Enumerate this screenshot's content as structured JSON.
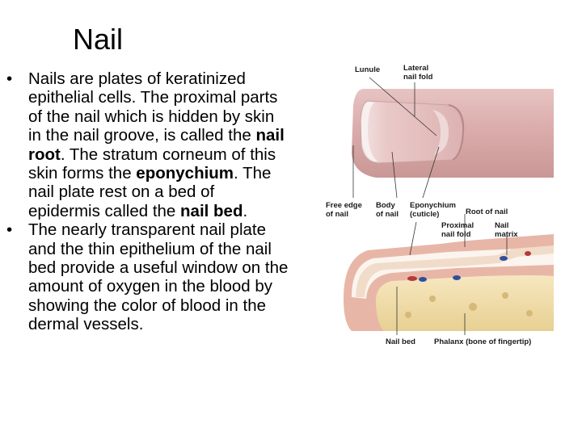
{
  "title": "Nail",
  "bullets": [
    {
      "segments": [
        {
          "text": "Nails are plates of keratinized epithelial cells. The proximal parts of the nail which is hidden by skin in the nail groove, is called the ",
          "bold": false
        },
        {
          "text": "nail root",
          "bold": true
        },
        {
          "text": ". The stratum corneum of this skin forms the ",
          "bold": false
        },
        {
          "text": "eponychium",
          "bold": true
        },
        {
          "text": ". The nail plate rest on a bed of epidermis called the ",
          "bold": false
        },
        {
          "text": "nail bed",
          "bold": true
        },
        {
          "text": ".",
          "bold": false
        }
      ]
    },
    {
      "segments": [
        {
          "text": "The nearly transparent nail plate and the thin epithelium of the nail bed provide a useful window on the amount of oxygen in the blood by showing the color of blood in the dermal vessels.",
          "bold": false
        }
      ]
    }
  ],
  "figure": {
    "labels": {
      "lunule": "Lunule",
      "lateral_nail_fold_1": "Lateral",
      "lateral_nail_fold_2": "nail fold",
      "free_edge_1": "Free edge",
      "free_edge_2": "of nail",
      "body_1": "Body",
      "body_2": "of nail",
      "eponychium_1": "Eponychium",
      "eponychium_2": "(cuticle)",
      "root_of_nail": "Root of nail",
      "proximal_fold_1": "Proximal",
      "proximal_fold_2": "nail fold",
      "nail_matrix_1": "Nail",
      "nail_matrix_2": "matrix",
      "nail_bed": "Nail bed",
      "phalanx": "Phalanx (bone of fingertip)"
    }
  }
}
